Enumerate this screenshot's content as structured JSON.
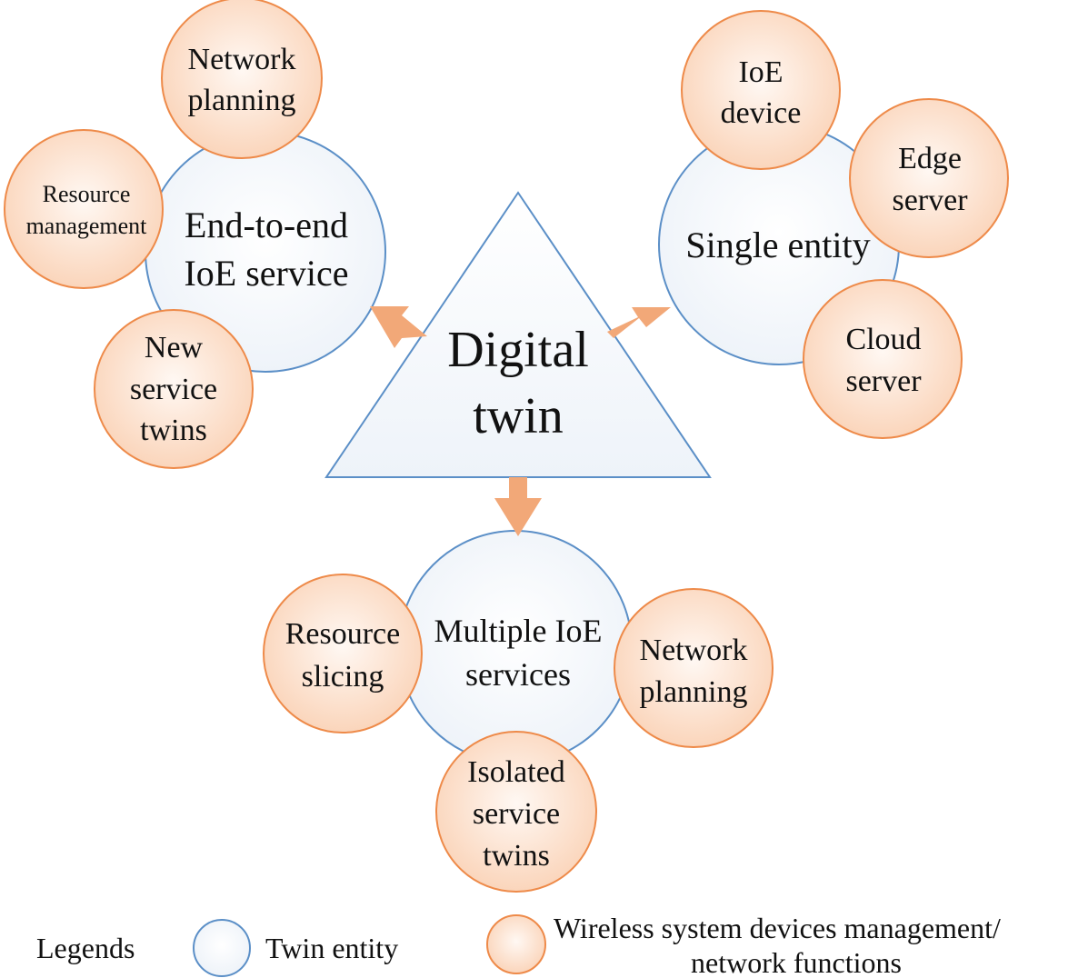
{
  "center": {
    "lines": [
      "Digital",
      "twin"
    ]
  },
  "twin_entities": [
    {
      "id": "end-to-end",
      "lines": [
        "End-to-end",
        "IoE service"
      ],
      "functions": [
        {
          "lines": [
            "Network",
            "planning"
          ]
        },
        {
          "lines": [
            "Resource",
            "management"
          ]
        },
        {
          "lines": [
            "New",
            "service",
            "twins"
          ]
        }
      ]
    },
    {
      "id": "single-entity",
      "lines": [
        "Single entity"
      ],
      "functions": [
        {
          "lines": [
            "IoE",
            "device"
          ]
        },
        {
          "lines": [
            "Edge",
            "server"
          ]
        },
        {
          "lines": [
            "Cloud",
            "server"
          ]
        }
      ]
    },
    {
      "id": "multiple-ioe",
      "lines": [
        "Multiple IoE",
        "services"
      ],
      "functions": [
        {
          "lines": [
            "Resource",
            "slicing"
          ]
        },
        {
          "lines": [
            "Network",
            "planning"
          ]
        },
        {
          "lines": [
            "Isolated",
            "service",
            "twins"
          ]
        }
      ]
    }
  ],
  "legend": {
    "title": "Legends",
    "twin_entity_label": "Twin entity",
    "function_label_lines": [
      "Wireless system devices management/",
      "network functions"
    ]
  },
  "colors": {
    "twin_fill": "#f2f6fb",
    "twin_stroke": "#5b8fc7",
    "function_fill": "#fbd9c1",
    "function_stroke": "#ee8a49",
    "arrow": "#f2a878",
    "triangle_fill": "#f2f6fb",
    "triangle_stroke": "#5b8fc7"
  }
}
